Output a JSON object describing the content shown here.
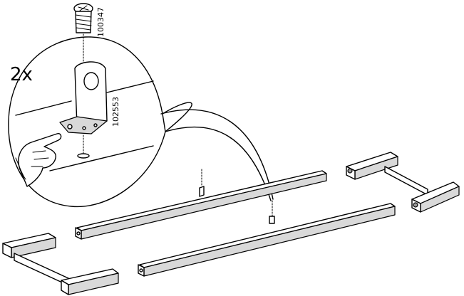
{
  "diagram": {
    "quantity_label": "2x",
    "screw_part_number": "100347",
    "bracket_part_number": "102553"
  }
}
